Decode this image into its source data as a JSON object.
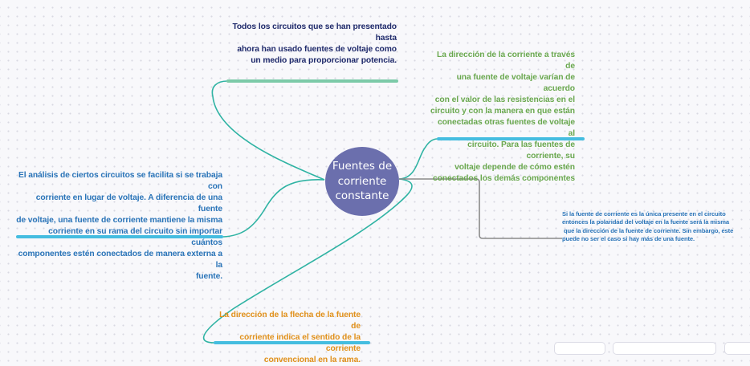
{
  "mindmap": {
    "central_topic": {
      "label": "Fuentes de corriente constante",
      "color": "#6b6fad",
      "text_color": "#ffffff"
    },
    "topics": [
      {
        "id": "top",
        "text": "Todos  los circuitos que se han presentado hasta ahora han usado fuentes de voltaje como un medio para proporcionar potencia.",
        "lines": [
          "Todos  los circuitos que se han presentado hasta",
          "ahora han usado fuentes de voltaje como",
          "un medio para proporcionar potencia."
        ],
        "text_color": "#1f2a6b",
        "underline_color": "#7ccaa8"
      },
      {
        "id": "right-top",
        "text": "La dirección de la corriente a través de una fuente de voltaje varían de acuerdo con el valor de las resistencias en el circuito y con la manera en que están conectadas otras fuentes de voltaje al circuito. Para las fuentes de corriente, su voltaje depende de cómo estén conectados los demás componentes",
        "lines": [
          "La dirección de la corriente a través de",
          "una fuente de voltaje varían de acuerdo",
          "con el valor de las resistencias en el",
          "circuito y con la manera en que están",
          "conectadas otras fuentes de voltaje al",
          "circuito. Para las fuentes de corriente, su",
          "voltaje depende de cómo estén",
          "conectados los demás componentes"
        ],
        "text_color": "#6aa84f",
        "underline_color": "#45bde0"
      },
      {
        "id": "left",
        "text": "El análisis de ciertos circuitos se facilita si se trabaja con corriente en lugar de voltaje. A diferencia de una fuente de voltaje, una fuente de corriente mantiene la misma corriente en su rama del circuito sin importar cuántos componentes estén conectados de manera externa a la fuente.",
        "lines": [
          "El análisis de ciertos circuitos se facilita si se trabaja con",
          "corriente en lugar de voltaje. A diferencia de una fuente",
          "de voltaje, una fuente de corriente mantiene la misma",
          "corriente en su rama del circuito sin importar cuántos",
          "componentes estén conectados de manera externa a la",
          "fuente."
        ],
        "text_color": "#2a74b8",
        "underline_color": "#45bde0"
      },
      {
        "id": "right-bottom",
        "text": "Si la fuente de corriente es la única presente en el circuito entonces la polaridad del voltaje en la fuente será la misma que la dirección de la fuente de corriente. Sin embargo, este puede no ser el caso si hay más de una fuente.",
        "lines": [
          "Si la fuente de corriente es la única presente en el circuito",
          "entonces la polaridad del voltaje en la fuente será la misma",
          " que la dirección de la fuente de corriente. Sin embargo, este",
          "puede no ser el caso si hay más de una fuente."
        ],
        "text_color": "#2a74b8",
        "connector_color": "#8a8a8a"
      },
      {
        "id": "bottom",
        "text": "La dirección de la flecha de la fuente de corriente indica el sentido de la corriente convencional en la rama.",
        "lines": [
          "La dirección de la flecha de la fuente de",
          "corriente indica el sentido de la corriente",
          "convencional en la rama."
        ],
        "text_color": "#e0901a",
        "underline_color": "#45bde0"
      }
    ],
    "connector_color": "#2fb3a3",
    "background": "#f8f8fb"
  }
}
